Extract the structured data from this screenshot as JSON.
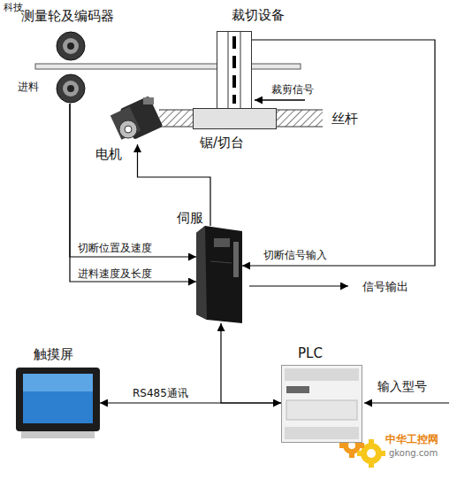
{
  "diagram": {
    "nodes": [
      {
        "text": [
          "测量轮及编码器"
        ]
      },
      {
        "text": [
          "裁切设备"
        ]
      },
      {
        "text": [
          "锯/切台"
        ]
      },
      {
        "text": [
          "丝杆"
        ]
      },
      {
        "text": [
          "电机"
        ]
      },
      {
        "text": [
          "伺服"
        ]
      },
      {
        "text": [
          "触摸屏"
        ]
      },
      {
        "text": [
          "PLC"
        ]
      }
    ],
    "edges": [
      {
        "from": 5,
        "to": 4,
        "arrow": "to"
      },
      {
        "from": 1,
        "to": 5,
        "label": "切断信号输入",
        "arrow": "to"
      },
      {
        "from": 0,
        "to": 5,
        "label": "切断位置及速度",
        "arrow": "to"
      },
      {
        "from": 0,
        "to": 5,
        "label": "进料速度及长度",
        "arrow": "to"
      },
      {
        "from": 6,
        "to": 7,
        "label": "RS485通讯",
        "arrow": "both"
      },
      {
        "from": 7,
        "to": 5,
        "arrow": "to"
      }
    ],
    "labels": [
      "科技",
      "进料",
      "裁剪信号",
      "信号输出",
      "输入型号",
      "中华工控网",
      "gkong.com"
    ]
  }
}
